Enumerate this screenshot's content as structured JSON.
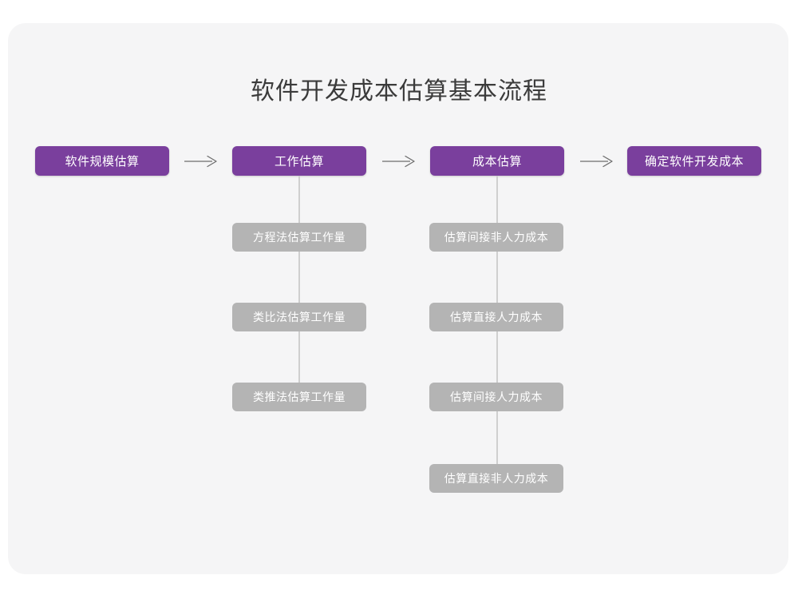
{
  "page": {
    "background_color": "#ffffff",
    "card_color": "#f5f5f6",
    "accent_color": "#7a3f9d",
    "secondary_color": "#b4b4b4",
    "connector_color": "#cfcfcf",
    "title": "软件开发成本估算基本流程"
  },
  "flow": {
    "main_steps": [
      {
        "id": "step-1",
        "label": "软件规模估算"
      },
      {
        "id": "step-2",
        "label": "工作估算"
      },
      {
        "id": "step-3",
        "label": "成本估算"
      },
      {
        "id": "step-4",
        "label": "确定软件开发成本"
      }
    ],
    "arrows": [
      {
        "id": "arrow-1",
        "name": "arrow-step1-to-step2",
        "glyph": "→"
      },
      {
        "id": "arrow-2",
        "name": "arrow-step2-to-step3",
        "glyph": "→"
      },
      {
        "id": "arrow-3",
        "name": "arrow-step3-to-step4",
        "glyph": "→"
      }
    ],
    "branches": [
      {
        "id": "branch-work-estimation",
        "parent": "工作估算",
        "items": [
          {
            "id": "work-1",
            "label": "方程法估算工作量"
          },
          {
            "id": "work-2",
            "label": "类比法估算工作量"
          },
          {
            "id": "work-3",
            "label": "类推法估算工作量"
          }
        ]
      },
      {
        "id": "branch-cost-estimation",
        "parent": "成本估算",
        "items": [
          {
            "id": "cost-1",
            "label": "估算间接非人力成本"
          },
          {
            "id": "cost-2",
            "label": "估算直接人力成本"
          },
          {
            "id": "cost-3",
            "label": "估算间接人力成本"
          },
          {
            "id": "cost-4",
            "label": "估算直接非人力成本"
          }
        ]
      }
    ]
  }
}
